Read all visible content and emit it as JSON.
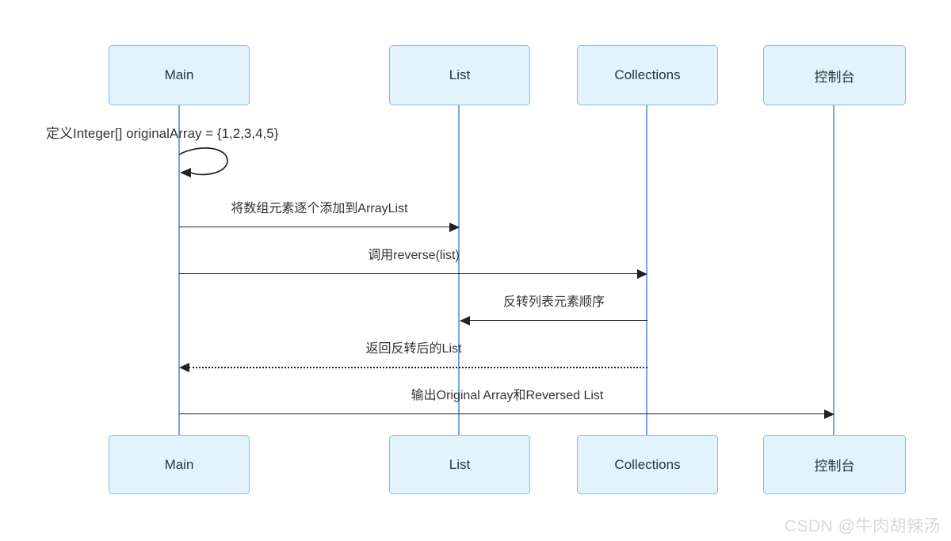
{
  "diagram": {
    "type": "uml-sequence-diagram",
    "participants": [
      {
        "id": "main",
        "label": "Main"
      },
      {
        "id": "list",
        "label": "List"
      },
      {
        "id": "collections",
        "label": "Collections"
      },
      {
        "id": "console",
        "label": "控制台"
      }
    ],
    "self_message": {
      "from": "Main",
      "to": "Main",
      "label": "定义Integer[] originalArray = {1,2,3,4,5}"
    },
    "messages": [
      {
        "from": "Main",
        "to": "List",
        "label": "将数组元素逐个添加到ArrayList",
        "line": "solid",
        "direction": "right"
      },
      {
        "from": "Main",
        "to": "Collections",
        "label": "调用reverse(list)",
        "line": "solid",
        "direction": "right"
      },
      {
        "from": "Collections",
        "to": "List",
        "label": "反转列表元素顺序",
        "line": "solid",
        "direction": "left"
      },
      {
        "from": "Collections",
        "to": "Main",
        "label": "返回反转后的List",
        "line": "dotted",
        "direction": "left"
      },
      {
        "from": "Main",
        "to": "控制台",
        "label": "输出Original Array和Reversed List",
        "line": "solid",
        "direction": "right"
      }
    ],
    "colors": {
      "box_fill": "#e3f3fc",
      "box_border": "#8db6e8",
      "lifeline": "#78a5e3",
      "arrow": "#222222",
      "message_text": "#333333",
      "watermark_text": "#d9d9d9"
    }
  },
  "watermark": {
    "text": "CSDN @牛肉胡辣汤"
  }
}
